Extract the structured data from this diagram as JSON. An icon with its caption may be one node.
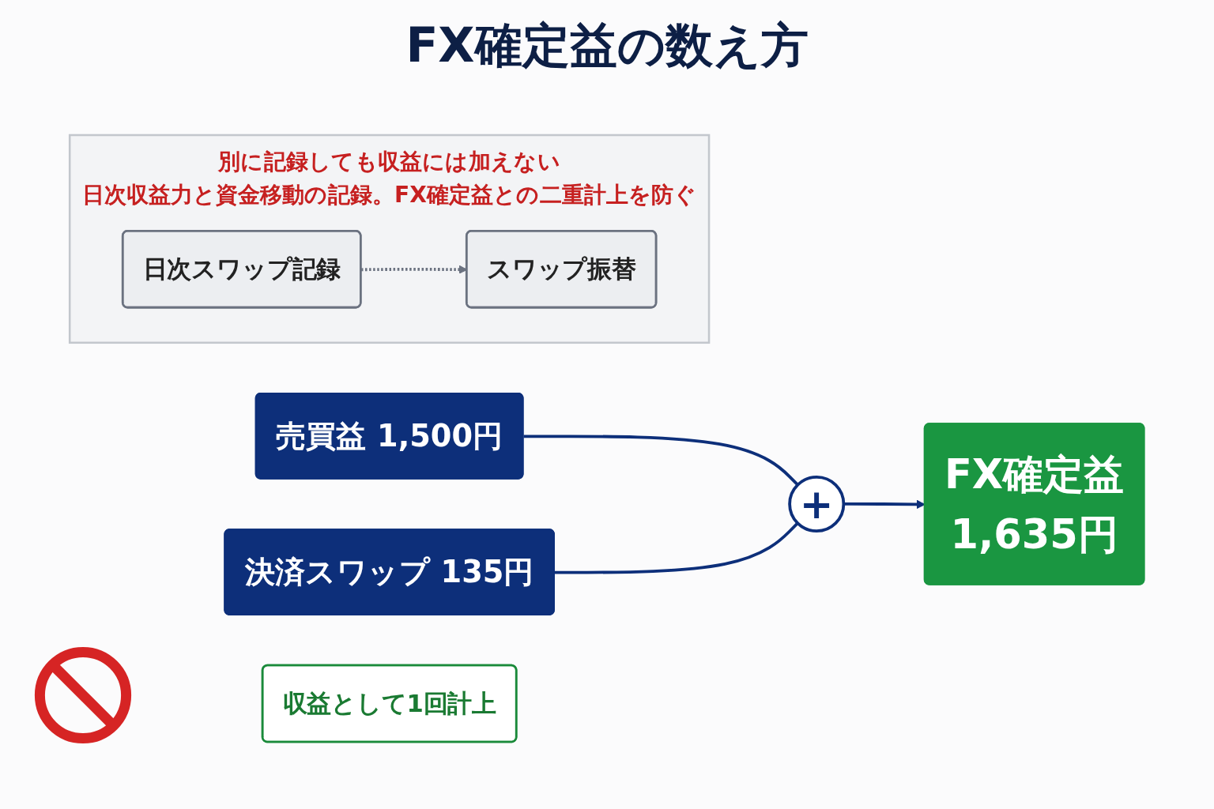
{
  "diagram": {
    "title": "FX確定益の数え方",
    "nodes": [
      {
        "text": [
          "売買益 1,500円"
        ]
      },
      {
        "text": [
          "+"
        ]
      },
      {
        "text": [
          "決済スワップ 135円"
        ]
      },
      {
        "text": [
          "FX確定益",
          "1,635円"
        ]
      },
      {
        "text": [
          "収益として1回計上"
        ]
      },
      {
        "text": [
          "別に記録しても収益には加えない",
          "日次収益力と資金移動の記録。FX確定益との二重計上を防ぐ"
        ]
      },
      {
        "text": [
          "日次スワップ記録"
        ],
        "in": 5
      },
      {
        "text": [
          "スワップ振替"
        ],
        "in": 5
      }
    ],
    "edges": [
      {
        "from": 0,
        "to": 1,
        "arrow": "none"
      },
      {
        "from": 2,
        "to": 1,
        "arrow": "none"
      },
      {
        "from": 1,
        "to": 3,
        "arrow": "to"
      },
      {
        "from": 6,
        "to": 7,
        "arrow": "to",
        "style": "dashed",
        "color": "#6b7280"
      }
    ]
  }
}
